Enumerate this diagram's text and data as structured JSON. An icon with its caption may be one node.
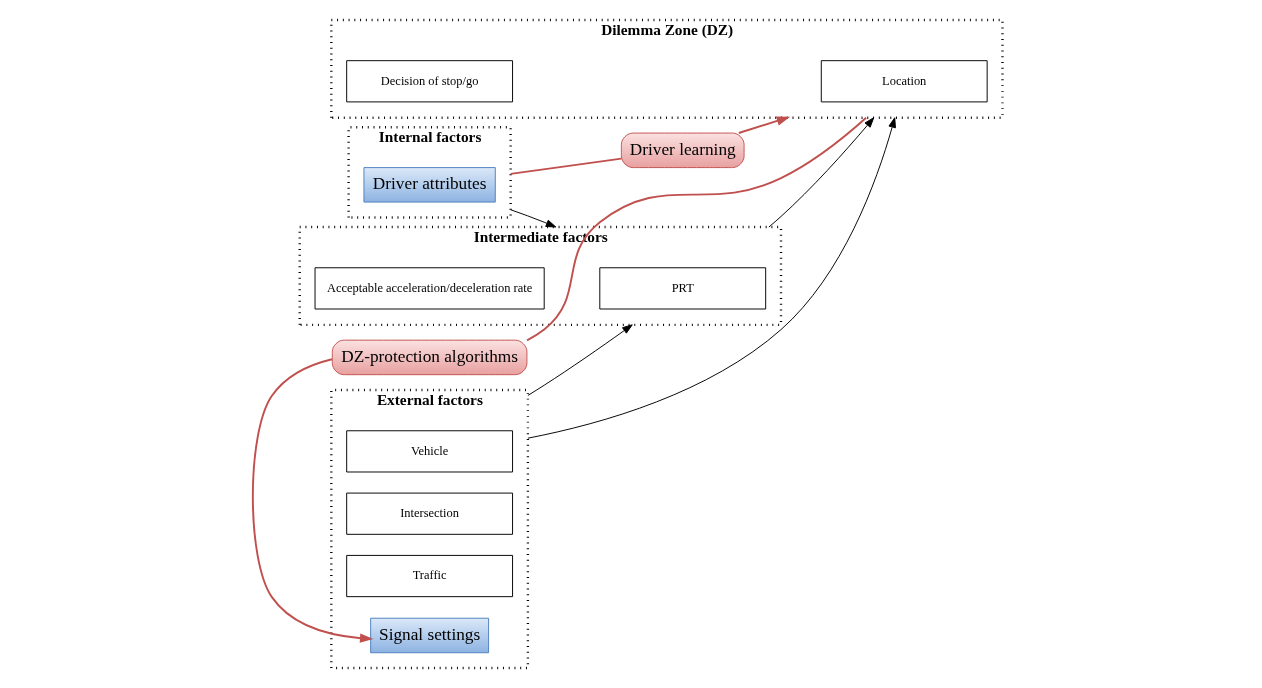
{
  "diagram": {
    "nodes": [
      {
        "text": [
          "Internal factors"
        ]
      },
      {
        "text": [
          "Driver attributes"
        ],
        "in": 0
      },
      {
        "text": [
          "Driver learning"
        ]
      },
      {
        "text": [
          "Dilemma Zone (DZ)"
        ]
      },
      {
        "text": [
          "Location"
        ],
        "in": 3
      },
      {
        "text": [
          "Decision of stop/go"
        ],
        "in": 3
      },
      {
        "text": [
          "Intermediate factors"
        ]
      },
      {
        "text": [
          "PRT"
        ],
        "in": 6
      },
      {
        "text": [
          "Acceptable acceleration/deceleration rate"
        ],
        "in": 6
      },
      {
        "text": [
          "External factors"
        ]
      },
      {
        "text": [
          "Vehicle"
        ],
        "in": 9
      },
      {
        "text": [
          "Intersection"
        ],
        "in": 9
      },
      {
        "text": [
          "Traffic"
        ],
        "in": 9
      },
      {
        "text": [
          "Signal settings"
        ],
        "in": 9
      },
      {
        "text": [
          "DZ-protection algorithms"
        ]
      }
    ],
    "edges": [
      {
        "from": 0,
        "to": 2,
        "arrow": "none",
        "color": "#c0504d"
      },
      {
        "from": 2,
        "to": 3,
        "arrow": "to",
        "color": "#c0504d"
      },
      {
        "from": 0,
        "to": 6,
        "arrow": "to",
        "color": "#000000"
      },
      {
        "from": 9,
        "to": 6,
        "arrow": "to",
        "color": "#000000"
      },
      {
        "from": 6,
        "to": 3,
        "arrow": "to",
        "color": "#000000"
      },
      {
        "from": 9,
        "to": 3,
        "arrow": "to",
        "color": "#000000"
      },
      {
        "from": 3,
        "to": 14,
        "arrow": "none",
        "color": "#c0504d"
      },
      {
        "from": 14,
        "to": 13,
        "arrow": "to",
        "color": "#c0504d"
      }
    ]
  }
}
